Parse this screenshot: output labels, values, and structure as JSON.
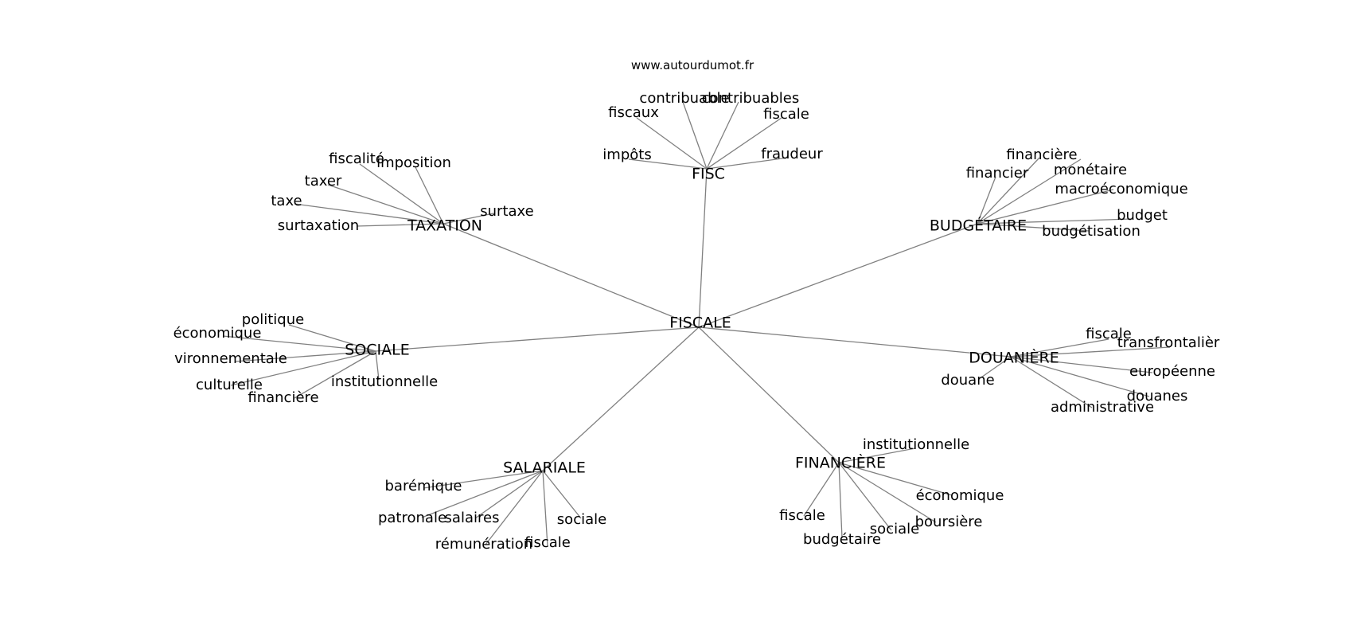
{
  "site_label": "www.autourdumot.fr",
  "center": "FISCALE",
  "hubs": [
    {
      "id": "fisc",
      "label": "FISC",
      "words": [
        "contribuable",
        "contribuables",
        "fiscaux",
        "fiscale",
        "impôts",
        "fraudeur"
      ]
    },
    {
      "id": "taxation",
      "label": "TAXATION",
      "words": [
        "fiscalité",
        "imposition",
        "taxer",
        "taxe",
        "surtaxe",
        "surtaxation"
      ]
    },
    {
      "id": "budgetaire",
      "label": "BUDGÉTAIRE",
      "words": [
        "financière",
        "monétaire",
        "financier",
        "macroéconomique",
        "budget",
        "budgétisation"
      ]
    },
    {
      "id": "sociale",
      "label": "SOCIALE",
      "words": [
        "politique",
        "économique",
        "vironnementale",
        "culturelle",
        "institutionnelle",
        "financière"
      ]
    },
    {
      "id": "douaniere",
      "label": "DOUANIÈRE",
      "words": [
        "fiscale",
        "transfrontalièr",
        "douane",
        "européenne",
        "douanes",
        "administrative"
      ]
    },
    {
      "id": "salariale",
      "label": "SALARIALE",
      "words": [
        "barémique",
        "patronale",
        "salaires",
        "sociale",
        "rémunération",
        "fiscale"
      ]
    },
    {
      "id": "financiere",
      "label": "FINANCIÈRE",
      "words": [
        "institutionnelle",
        "économique",
        "boursière",
        "sociale",
        "fiscale",
        "budgétaire"
      ]
    }
  ]
}
